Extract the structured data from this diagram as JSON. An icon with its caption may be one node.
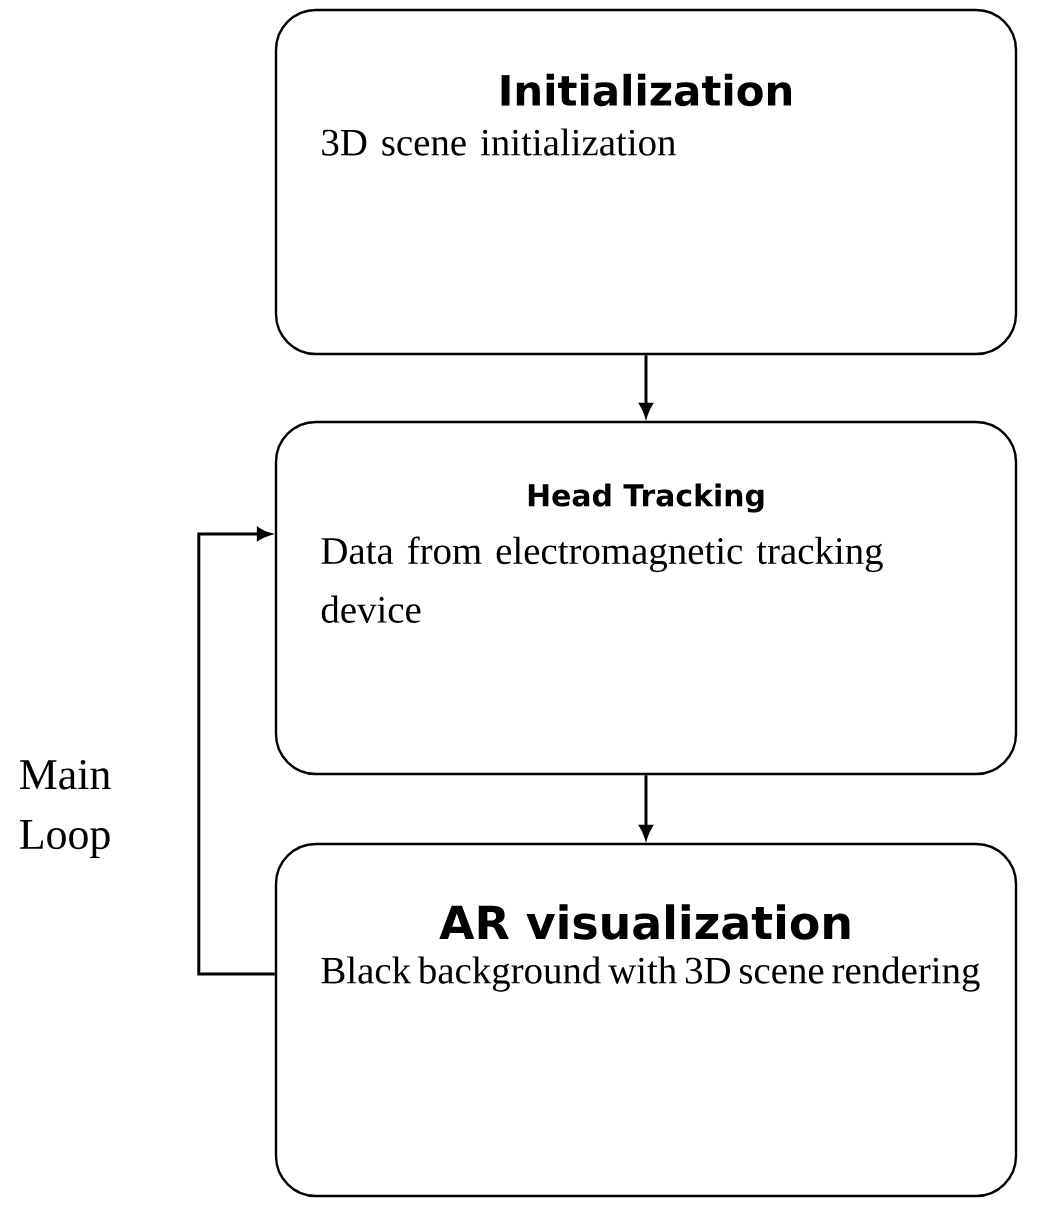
{
  "diagram": {
    "nodes": [
      {
        "text": [
          "Initialization",
          "3D scene initialization"
        ]
      },
      {
        "text": [
          "Head Tracking",
          "Data from electromagnetic tracking device"
        ]
      },
      {
        "text": [
          "AR visualization",
          "Black background with 3D scene rendering"
        ]
      }
    ],
    "edges": [
      {
        "from": 0,
        "to": 1,
        "arrow": "to"
      },
      {
        "from": 1,
        "to": 2,
        "arrow": "to"
      },
      {
        "from": 2,
        "to": 1,
        "arrow": "to",
        "label": "Main Loop"
      }
    ]
  }
}
